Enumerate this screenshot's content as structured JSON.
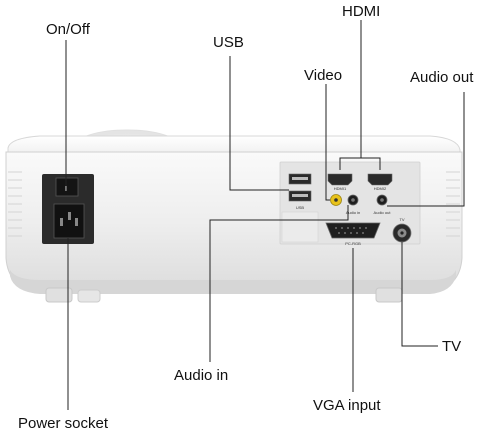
{
  "callouts": {
    "on_off": "On/Off",
    "usb": "USB",
    "hdmi": "HDMI",
    "video": "Video",
    "audio_out": "Audio out",
    "audio_in": "Audio in",
    "vga_input": "VGA input",
    "tv": "TV",
    "power_socket": "Power socket"
  },
  "port_labels": {
    "usb": "USB",
    "hdmi1": "HDMI1",
    "hdmi2": "HDMI2",
    "audio_in": "Audio in",
    "audio_out": "Audio out",
    "tv": "TV",
    "vga": "PC-RGB"
  },
  "colors": {
    "body": "#f2f2f2",
    "panel": "#e6e6e6",
    "leader_line": "#222222",
    "port_dark": "#2a2a2a",
    "rca_yellow": "#e8c21a"
  }
}
